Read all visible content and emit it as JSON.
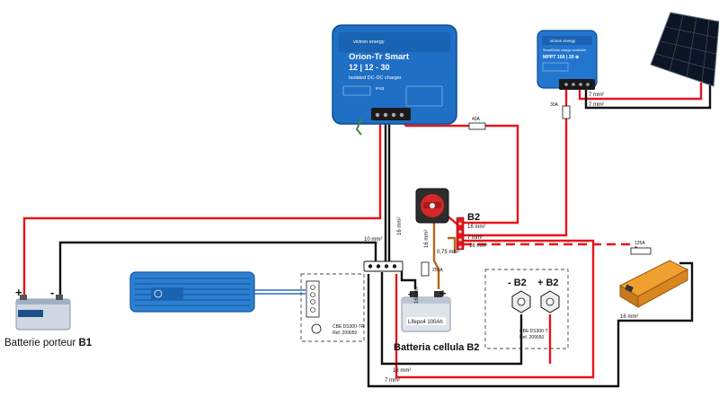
{
  "dc_charger": {
    "brand": "victron energy",
    "model": "Orion-Tr Smart",
    "rating": "12 | 12 - 30",
    "subtitle": "Isolated DC-DC charger",
    "ip": "IP43"
  },
  "mppt": {
    "brand": "victron energy",
    "title": "SmartSolar charge controller",
    "model": "MPPT 100 | 20 ⊕"
  },
  "starter_battery": {
    "caption_prefix": "Batterie porteur ",
    "caption_id": "B1",
    "plus": "+",
    "minus": "-"
  },
  "house_battery": {
    "label": "Lifepo4 100Ah",
    "caption": "Batteria cellula B2",
    "plus": "+",
    "minus": "-"
  },
  "busbar_b2": {
    "label": "B2"
  },
  "terminals": {
    "minus": "- B2",
    "plus": "+ B2"
  },
  "boxes": {
    "left": {
      "name": "CBE DS300-TR",
      "ref": "Ref. 209050"
    },
    "right": {
      "name": "CBE DS300-T",
      "ref": "Ref. 209050"
    }
  },
  "fuses": {
    "charger_out": "40A",
    "mppt_out": "30A",
    "battery": "250A",
    "inverter": "125A"
  },
  "wire_labels": {
    "mppt_pos": "7 mm²",
    "mppt_neg": "7 mm²",
    "busbar_top": "16 mm²",
    "busbar_mid": "7 mm²",
    "busbar_bot": "16 mm²",
    "charger_neg": "16 mm²",
    "starter_neg": "10 mm²",
    "switch_wire": "16 mm²",
    "small_wire": "0,75 mm²",
    "batt_neg": "16 mm²",
    "inverter": "16 mm²",
    "bottom_1": "16 mm²",
    "bottom_2": "7 mm²"
  },
  "colors": {
    "positive": "#e8141b",
    "negative": "#111111",
    "victron_blue": "#1f6fc5"
  }
}
